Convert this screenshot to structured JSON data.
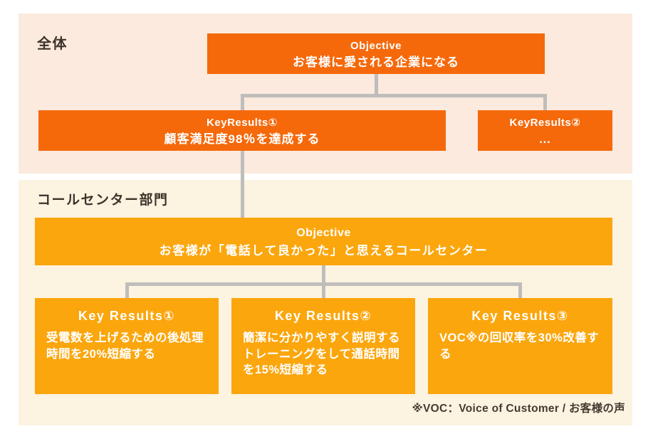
{
  "colors": {
    "page_bg": "#ffffff",
    "overall_panel_bg": "#fbeadd",
    "dept_panel_bg": "#fcf3e0",
    "overall_box": "#f5690b",
    "dept_box": "#fba60d",
    "connector": "#bfbdbc",
    "label_text": "#3d332b",
    "box_text": "#ffffff"
  },
  "overall": {
    "label": "全体",
    "objective": {
      "title": "Objective",
      "body": "お客様に愛される企業になる"
    },
    "key_results": [
      {
        "title": "KeyResults①",
        "body": "顧客満足度98％を達成する"
      },
      {
        "title": "KeyResults②",
        "body": "…"
      }
    ]
  },
  "dept": {
    "label": "コールセンター部門",
    "objective": {
      "title": "Objective",
      "body": "お客様が「電話して良かった」と思えるコールセンター"
    },
    "key_results": [
      {
        "title": "Key Results①",
        "body": "受電数を上げるための後処理時間を20%短縮する"
      },
      {
        "title": "Key Results②",
        "body": "簡潔に分かりやすく説明するトレーニングをして通話時間を15%短縮する"
      },
      {
        "title": "Key Results③",
        "body": "VOC※の回収率を30%改善する"
      }
    ],
    "footnote": "※VOC：Voice of Customer / お客様の声"
  }
}
